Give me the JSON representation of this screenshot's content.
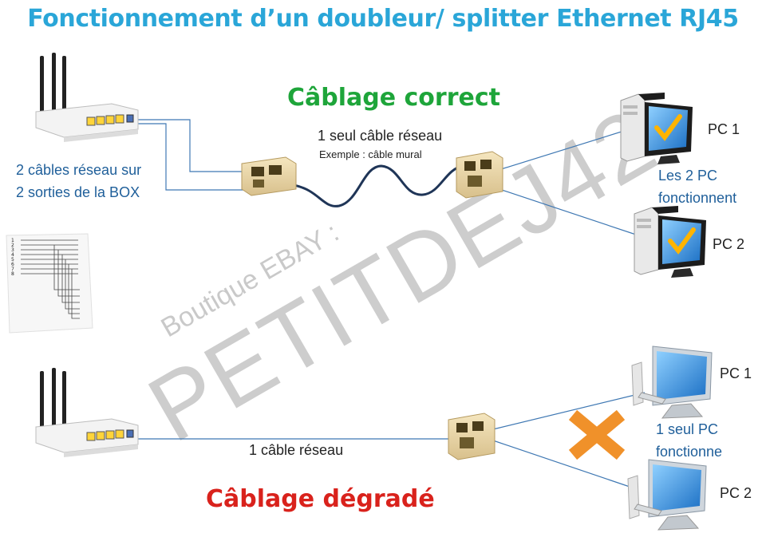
{
  "title": "Fonctionnement d’un doubleur/ splitter Ethernet RJ45",
  "top": {
    "heading": "Câblage correct",
    "box_label_1": "2 câbles réseau sur",
    "box_label_2": "2 sorties de la BOX",
    "cable_label": "1 seul câble réseau",
    "cable_example": "Exemple : câble mural",
    "pc1": "PC 1",
    "pc2": "PC 2",
    "status_1": "Les 2 PC",
    "status_2": "fonctionnent"
  },
  "bottom": {
    "heading": "Câblage dégradé",
    "cable_label": "1 câble réseau",
    "pc1": "PC 1",
    "pc2": "PC 2",
    "status_1": "1 seul PC",
    "status_2": "fonctionne"
  },
  "watermark": {
    "line1": "Boutique EBAY :",
    "line2": "PETITDEJ42"
  },
  "colors": {
    "title": "#2aa6d8",
    "correct": "#1ea53a",
    "degraded": "#d9221c",
    "label_blue": "#1f5f9a",
    "cross": "#f0912a"
  }
}
